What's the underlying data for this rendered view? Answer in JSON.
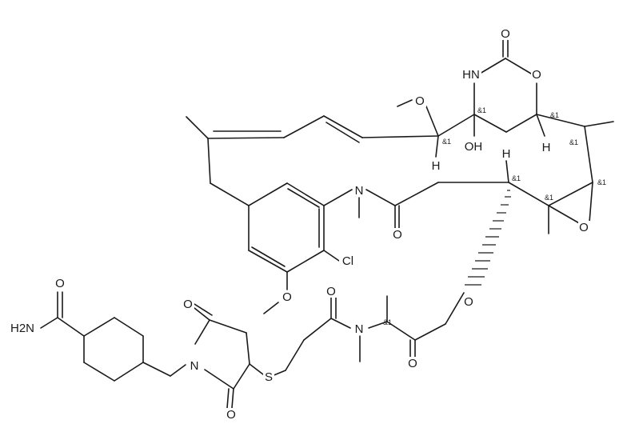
{
  "atoms": {
    "O_carb": "O",
    "HN": "HN",
    "O_ring": "O",
    "O_meo1": "O",
    "OH": "OH",
    "H_top": "H",
    "H_c1": "H",
    "H_c2": "H",
    "N_amide": "N",
    "Cl": "Cl",
    "O_lact": "O",
    "O_epox": "O",
    "O_arOMe": "O",
    "O_ester": "O",
    "O_ketone": "O",
    "N_amide2": "N",
    "O_ester2": "O",
    "H2N": "H2N",
    "O_amide": "O",
    "N_imide": "N",
    "O_imide1": "O",
    "O_imide2": "O",
    "S": "S"
  },
  "stereo": {
    "s1": "&1",
    "s2": "&1",
    "s3": "&1",
    "s4": "&1",
    "s5": "&1",
    "s6": "&1",
    "s7": "&1",
    "s8": "&1"
  }
}
